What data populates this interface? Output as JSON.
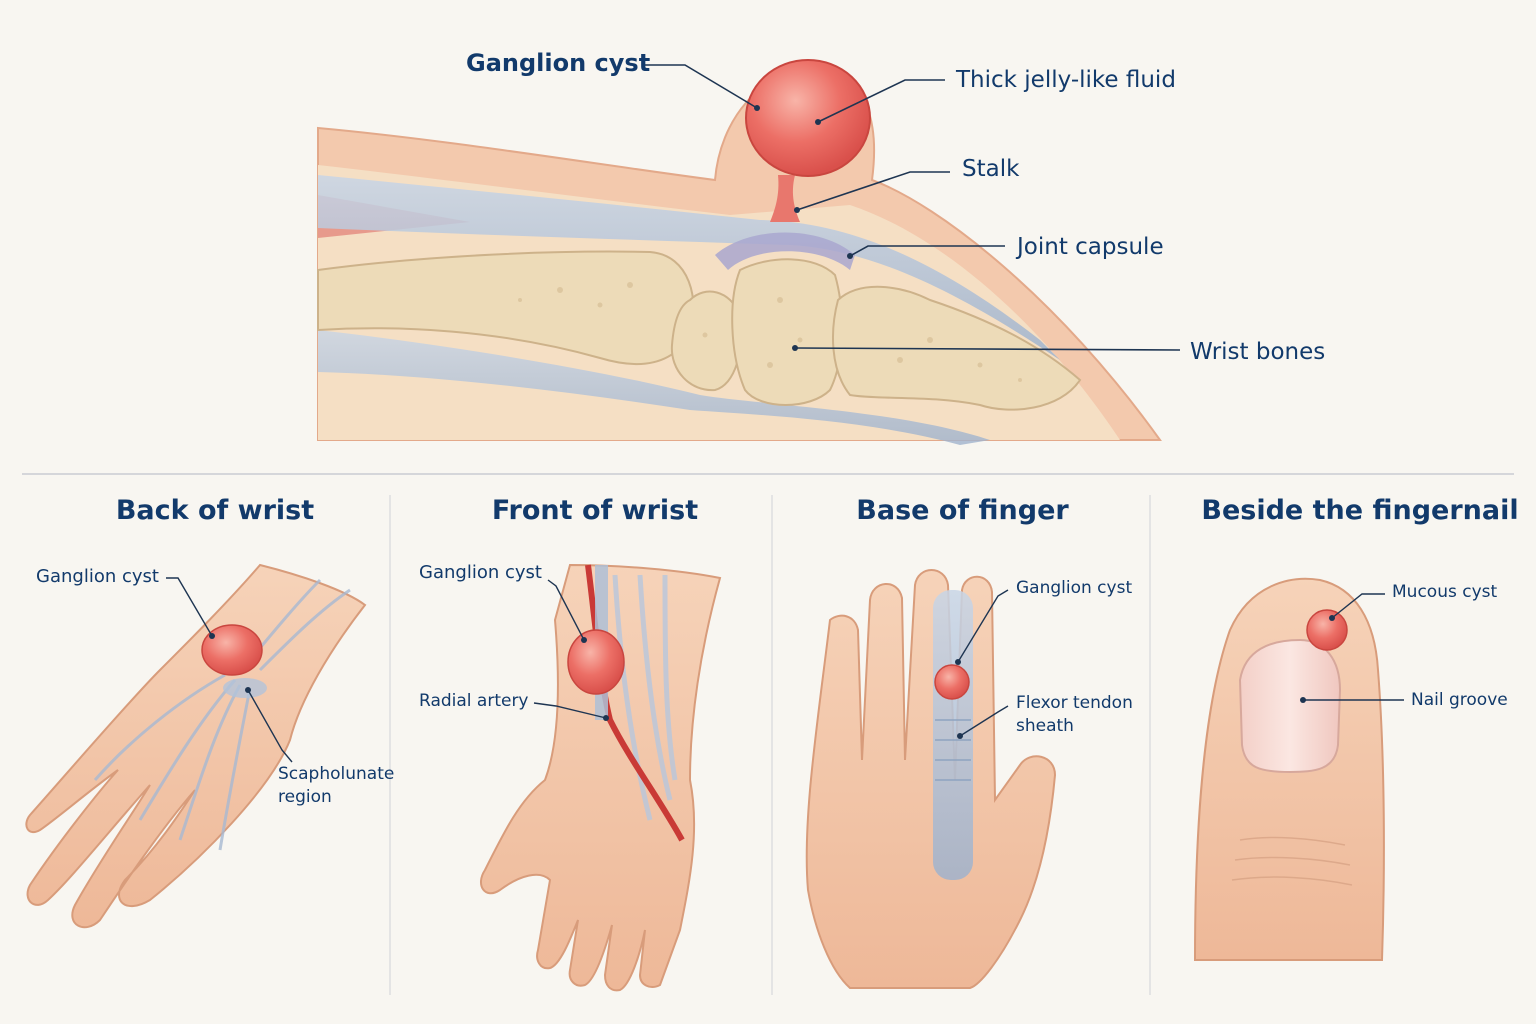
{
  "colors": {
    "background": "#f8f6f1",
    "label_text": "#123a6b",
    "leader_line": "#1e3552",
    "skin": "#f1c4a6",
    "cyst": "#e8655f",
    "bone": "#eedfbe",
    "tendon": "#b8c7dd",
    "artery": "#c93a36"
  },
  "top_diagram": {
    "labels": {
      "ganglion_cyst": "Ganglion cyst",
      "thick_fluid": "Thick jelly-like fluid",
      "stalk": "Stalk",
      "joint_capsule": "Joint capsule",
      "wrist_bones": "Wrist bones"
    }
  },
  "panels": [
    {
      "title": "Back of wrist",
      "labels": [
        "Ganglion cyst",
        "Scapholunate",
        "region"
      ]
    },
    {
      "title": "Front of wrist",
      "labels": [
        "Ganglion cyst",
        "Radial artery"
      ]
    },
    {
      "title": "Base of finger",
      "labels": [
        "Ganglion cyst",
        "Flexor tendon",
        "sheath"
      ]
    },
    {
      "title": "Beside the fingernail",
      "labels": [
        "Mucous cyst",
        "Nail groove"
      ]
    }
  ]
}
